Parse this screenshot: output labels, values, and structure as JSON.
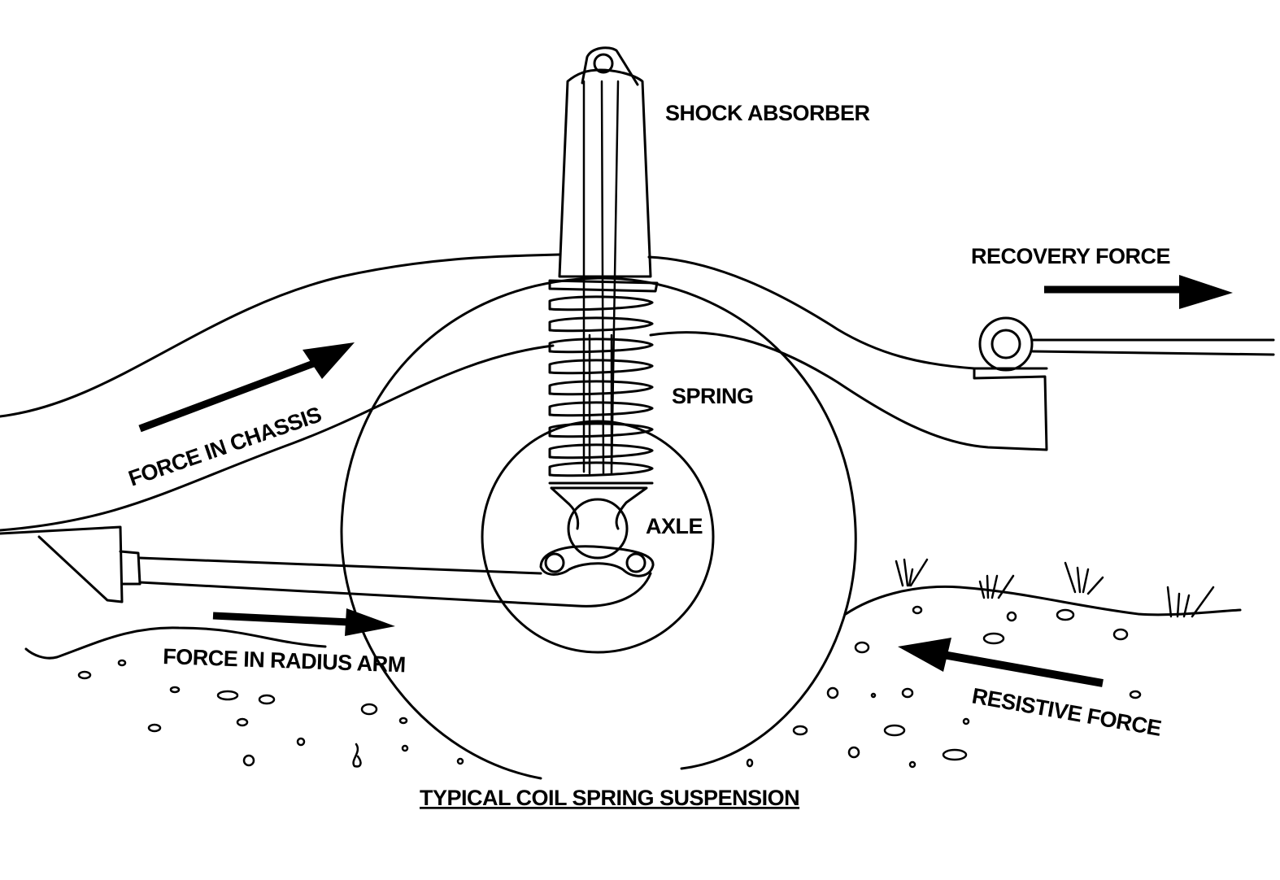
{
  "labels": {
    "shock_absorber": "SHOCK ABSORBER",
    "recovery_force": "RECOVERY FORCE",
    "spring": "SPRING",
    "force_in_chassis": "FORCE IN CHASSIS",
    "axle": "AXLE",
    "force_in_radius_arm": "FORCE IN RADIUS ARM",
    "resistive_force": "RESISTIVE FORCE",
    "title": "TYPICAL COIL SPRING SUSPENSION"
  },
  "colors": {
    "ink": "#000000",
    "paper": "#ffffff"
  }
}
